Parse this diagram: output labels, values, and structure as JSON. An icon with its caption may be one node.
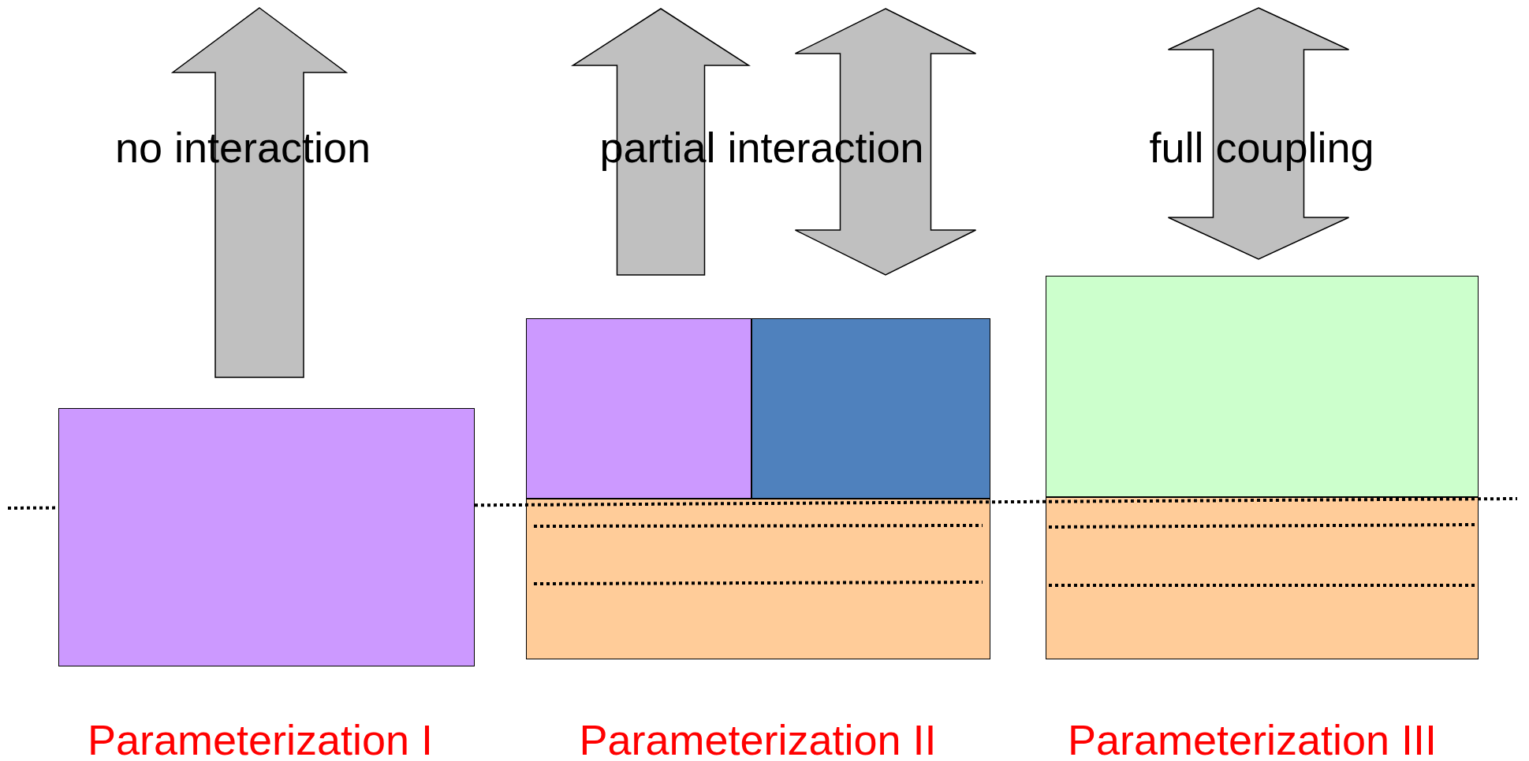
{
  "diagram": {
    "nodes": [
      {
        "text": [],
        "shape": "box"
      },
      {
        "text": [],
        "shape": "box"
      },
      {
        "text": [],
        "shape": "box"
      },
      {
        "text": [],
        "shape": "box"
      },
      {
        "text": [],
        "shape": "box"
      },
      {
        "text": [],
        "shape": "box"
      }
    ],
    "edges": [
      {
        "from": 0,
        "to": null,
        "arrow": "to"
      },
      {
        "from": 1,
        "to": null,
        "arrow": "to"
      },
      {
        "from": 2,
        "to": null,
        "arrow": "both"
      },
      {
        "from": 4,
        "to": null,
        "arrow": "both"
      }
    ],
    "labels": [
      "no interaction",
      "partial interaction",
      "full coupling",
      "Parameterization I",
      "Parameterization II",
      "Parameterization III"
    ]
  }
}
